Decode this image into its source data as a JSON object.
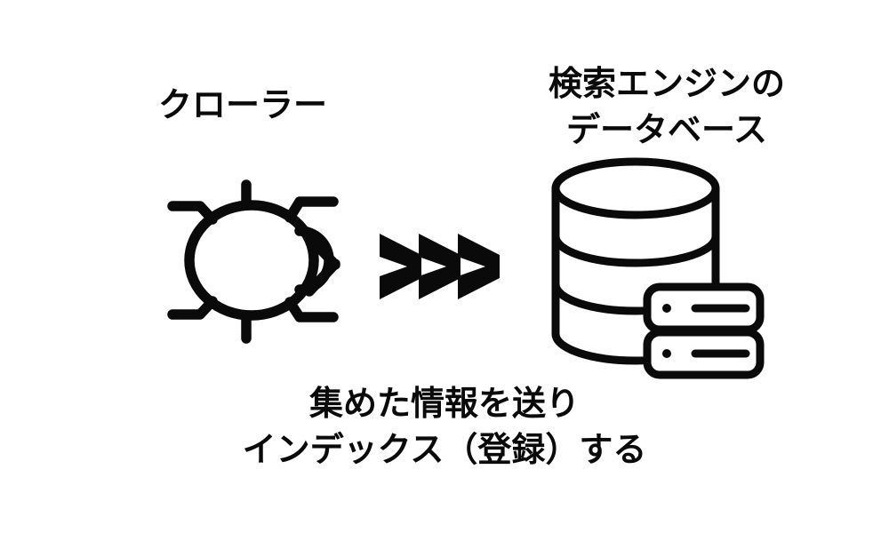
{
  "diagram": {
    "type": "flow",
    "background_color": "#ffffff",
    "ink_color": "#0a0a0a",
    "title_shown": false,
    "nodes": [
      {
        "id": "crawler",
        "label": "クローラー",
        "icon": "bug-icon",
        "position": "left"
      },
      {
        "id": "search-engine-database",
        "label_line_1": "検索エンジンの",
        "label_line_2": "データベース",
        "icon": "database-stack-icon",
        "position": "right"
      }
    ],
    "connector": {
      "id": "flow-arrow",
      "icon": "triple-chevron-right-icon",
      "chevron_count": 3,
      "direction": "right",
      "caption_line_1": "集めた情報を送り",
      "caption_line_2": "インデックス（登録）する"
    }
  },
  "labels": {
    "crawler": "クローラー",
    "database_line_1": "検索エンジンの",
    "database_line_2": "データベース",
    "caption_line_1": "集めた情報を送り",
    "caption_line_2": "インデックス（登録）する"
  },
  "icons": {
    "bug": "bug-icon",
    "arrow": "triple-chevron-right-icon",
    "database": "database-stack-icon",
    "server_unit": "server-rack-icon"
  },
  "colors": {
    "ink": "#0a0a0a",
    "background": "#ffffff"
  }
}
